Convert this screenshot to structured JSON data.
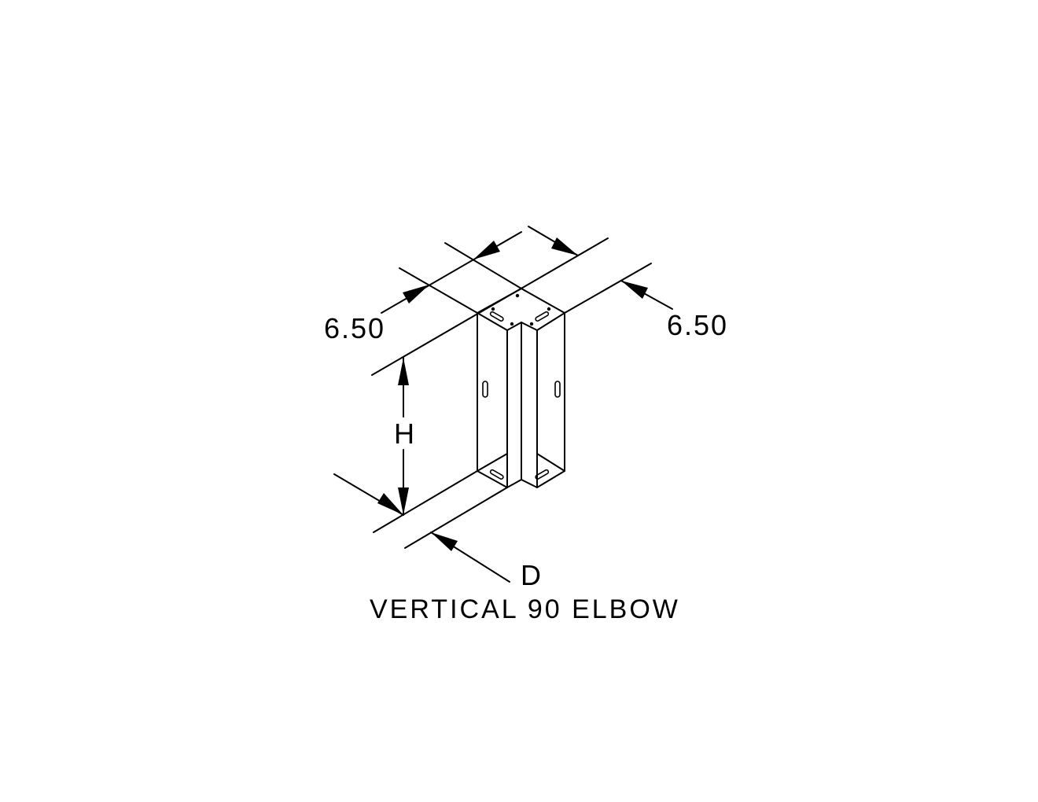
{
  "drawing": {
    "title": "VERTICAL 90 ELBOW",
    "dimensions": {
      "left_width": "6.50",
      "right_width": "6.50",
      "height": "H",
      "depth": "D"
    }
  }
}
